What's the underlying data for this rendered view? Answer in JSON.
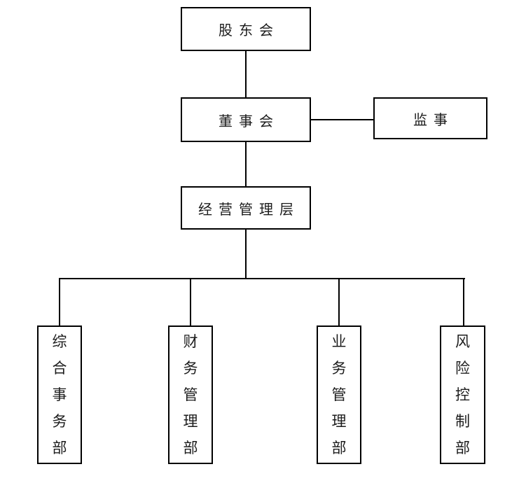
{
  "org_chart": {
    "type": "org-hierarchy",
    "nodes": {
      "shareholders": {
        "label": "股东会"
      },
      "board": {
        "label": "董事会"
      },
      "supervisor": {
        "label": "监事"
      },
      "management": {
        "label": "经营管理层"
      }
    },
    "departments": [
      {
        "label": "综合事务部"
      },
      {
        "label": "财务管理部"
      },
      {
        "label": "业务管理部"
      },
      {
        "label": "风险控制部"
      }
    ],
    "edges": [
      {
        "from": "股东会",
        "to": "董事会"
      },
      {
        "from": "董事会",
        "to": "监事"
      },
      {
        "from": "董事会",
        "to": "经营管理层"
      },
      {
        "from": "经营管理层",
        "to": "综合事务部"
      },
      {
        "from": "经营管理层",
        "to": "财务管理部"
      },
      {
        "from": "经营管理层",
        "to": "业务管理部"
      },
      {
        "from": "经营管理层",
        "to": "风险控制部"
      }
    ],
    "colors": {
      "border": "#000000",
      "text": "#1c1c1c",
      "background": "#ffffff"
    }
  }
}
